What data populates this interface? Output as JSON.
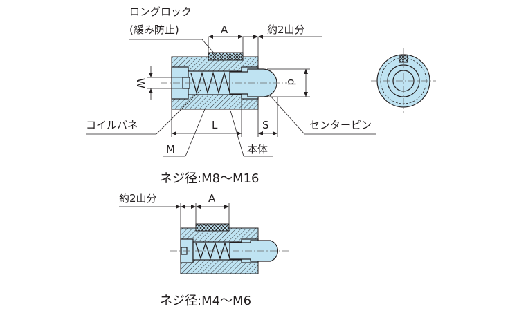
{
  "top_view": {
    "label_long_lock_line1": "ロングロック",
    "label_long_lock_line2": "(緩み防止)",
    "label_A": "A",
    "label_thread_margin": "約2山分",
    "label_W": "W",
    "label_d": "d",
    "label_coil_spring": "コイルバネ",
    "label_L": "L",
    "label_S": "S",
    "label_center_pin": "センターピン",
    "label_M": "M",
    "label_body": "本体",
    "caption": "ネジ径:M8～M16"
  },
  "bottom_view": {
    "label_thread_margin": "約2山分",
    "label_A": "A",
    "caption": "ネジ径:M4～M6"
  },
  "colors": {
    "body_fill": "#bfe3f2",
    "line": "#231f20",
    "center_line": "#6a6a6a"
  }
}
